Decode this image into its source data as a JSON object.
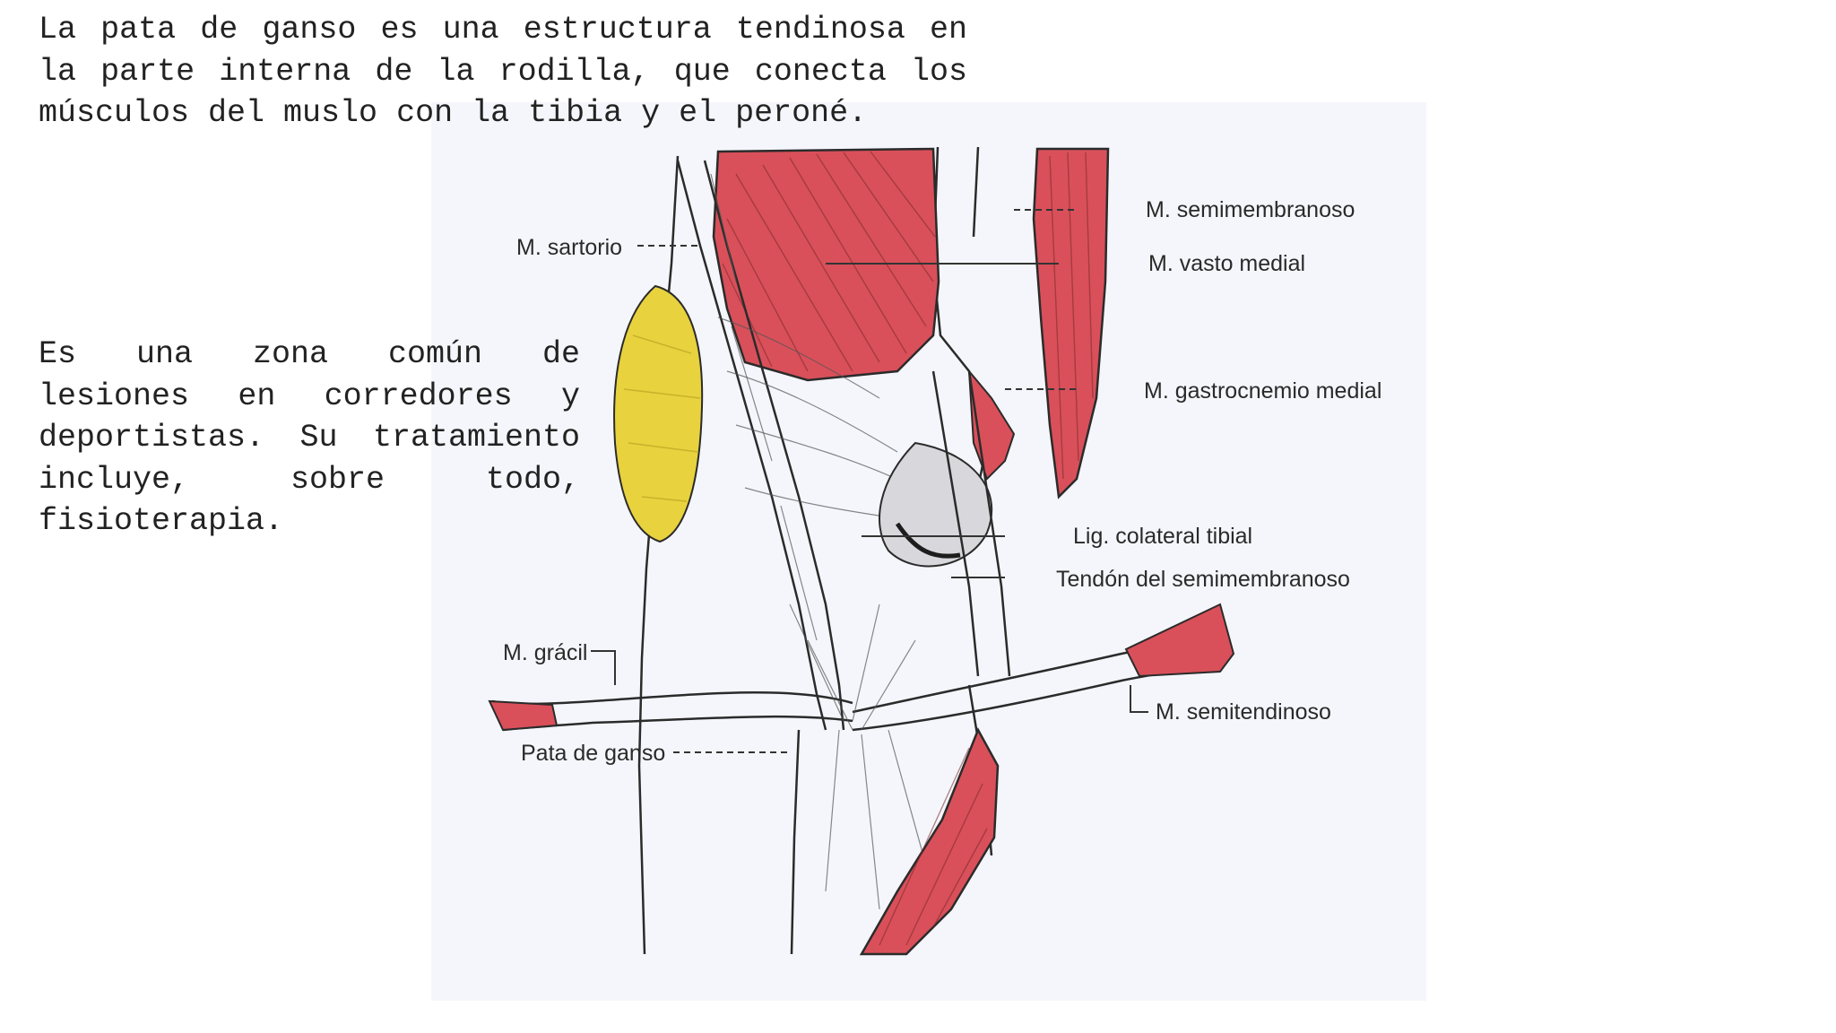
{
  "text": {
    "paragraph_1": "La pata de ganso es una estructura tendinosa en la parte interna de la rodilla, que conecta los músculos del muslo con la tibia y el peroné.",
    "paragraph_2": "Es una zona común de lesiones en corredores y deportistas. Su tratamiento incluye, sobre todo, fisioterapia."
  },
  "figure": {
    "labels": {
      "semimembranoso": "M. semimembranoso",
      "sartorio": "M. sartorio",
      "vasto_medial": "M. vasto medial",
      "gastrocnemio_medial": "M. gastrocnemio medial",
      "lig_colateral_tibial": "Lig. colateral tibial",
      "tendon_semimembranoso": "Tendón del semimembranoso",
      "gracil": "M. grácil",
      "semitendinoso": "M. semitendinoso",
      "pata_de_ganso": "Pata de ganso"
    },
    "colors": {
      "muscle": "#d9505a",
      "muscle_dark": "#b8323d",
      "fat_pad": "#e8d23e",
      "background": "#f5f6fb"
    }
  }
}
